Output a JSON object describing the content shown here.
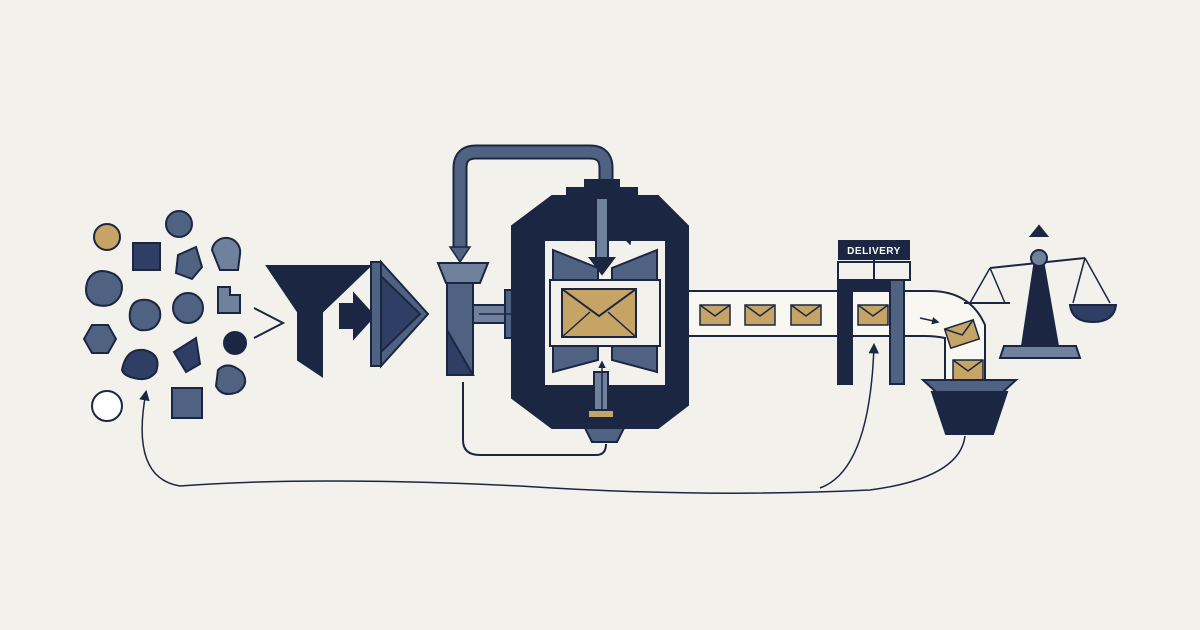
{
  "diagram": {
    "delivery_label": "DELIVERY"
  },
  "palette": {
    "background": "#f3f1ec",
    "navy": "#1b2642",
    "slate": "#4f6282",
    "steel": "#6f819d",
    "gold": "#c5a466",
    "outline": "#1b2642"
  },
  "icons": {
    "input_shapes": "scattered-shapes",
    "filter": "funnel-icon",
    "processor": "processing-machine",
    "message": "envelope-icon",
    "gate": "delivery-gate",
    "bin": "collection-basket-icon",
    "judge": "balance-scale-icon"
  }
}
